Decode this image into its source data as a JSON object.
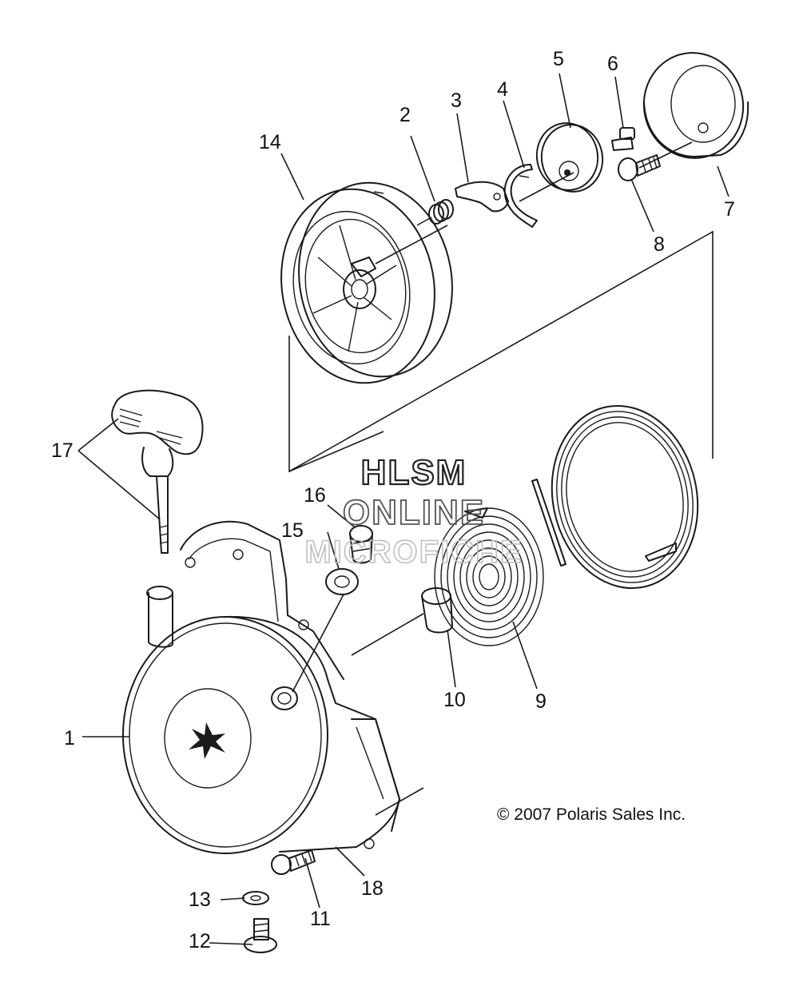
{
  "diagram": {
    "callouts": [
      "1",
      "2",
      "3",
      "4",
      "5",
      "6",
      "7",
      "8",
      "9",
      "10",
      "11",
      "12",
      "13",
      "14",
      "15",
      "16",
      "17",
      "18"
    ],
    "watermark": [
      "HLSM",
      "ONLINE",
      "MICROFICHE"
    ],
    "copyright": "© 2007 Polaris Sales Inc."
  }
}
